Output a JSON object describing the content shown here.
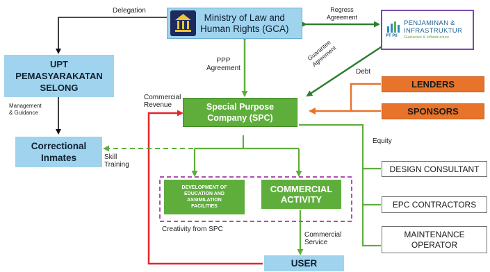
{
  "colors": {
    "blue": "#9fd3ee",
    "green": "#5fae3c",
    "orange": "#e8742b",
    "red": "#e5262a",
    "dark_green": "#2e7d32",
    "purple": "#b04fb0"
  },
  "nodes": {
    "ministry": "Ministry of Law and\nHuman Rights (GCA)",
    "ministry_logo": "ministry-emblem",
    "upt": "UPT\nPEMASYARAKATAN\nSELONG",
    "inmates": "Correctional\nInmates",
    "spc": "Special Purpose\nCompany (SPC)",
    "pii_line1": "PENJAMINAN &",
    "pii_line2": "INFRASTRUKTUR",
    "pii_line3": "Guarantee & Infrastructure",
    "pii_logo_text": "PT PII",
    "lenders": "LENDERS",
    "sponsors": "SPONSORS",
    "development": "DEVELOPMENT OF\nEDUCATION AND\nASSIMILATION\nFACILITIES",
    "commercial_activity": "COMMERCIAL\nACTIVITY",
    "user": "USER",
    "design_consultant": "DESIGN CONSULTANT",
    "epc_contractors": "EPC CONTRACTORS",
    "maintenance_operator": "MAINTENANCE\nOPERATOR"
  },
  "labels": {
    "delegation": "Delegation",
    "regress_agreement": "Regress\nAgreement",
    "guarantee_agreement": "Guarantee\nAgreement",
    "ppp_agreement": "PPP\nAgreement",
    "management_guidance": "Management\n& Guidance",
    "commercial_revenue": "Commercial\nRevenue",
    "debt": "Debt",
    "equity": "Equity",
    "skill_training": "Skill\nTraining",
    "creativity": "Creativity from SPC",
    "commercial_service": "Commercial\nService"
  }
}
